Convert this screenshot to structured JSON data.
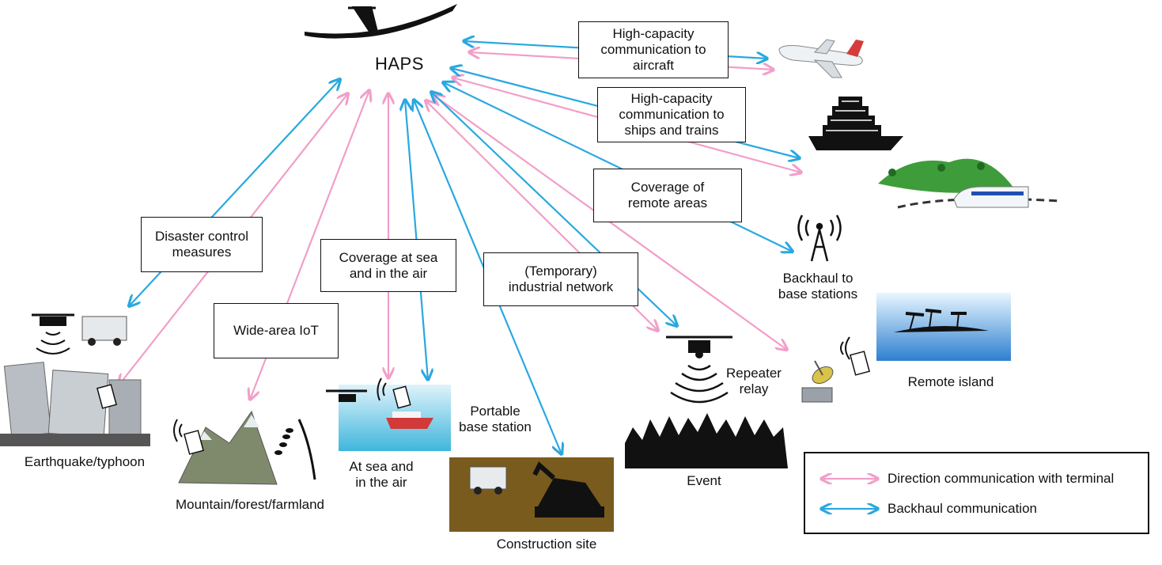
{
  "haps": {
    "title": "HAPS"
  },
  "boxes": {
    "aircraft": "High-capacity\ncommunication to\naircraft",
    "ships_trains": "High-capacity\ncommunication to\nships and trains",
    "remote_areas": "Coverage of\nremote areas",
    "disaster": "Disaster control\nmeasures",
    "sea_air": "Coverage at sea\nand in the air",
    "industrial": "(Temporary)\nindustrial network",
    "iot": "Wide-area IoT"
  },
  "labels": {
    "backhaul_bs": "Backhaul to\nbase stations",
    "repeater": "Repeater\nrelay",
    "remote_island": "Remote island",
    "portable_bs": "Portable\nbase station",
    "earthquake": "Earthquake/typhoon",
    "mountain": "Mountain/forest/farmland",
    "at_sea": "At sea and\nin the air",
    "construction": "Construction site",
    "event": "Event"
  },
  "legend": {
    "terminal": "Direction communication with terminal",
    "backhaul": "Backhaul communication"
  },
  "colors": {
    "pink": "#f29ec8",
    "blue": "#29a8e0",
    "ink": "#111111"
  }
}
